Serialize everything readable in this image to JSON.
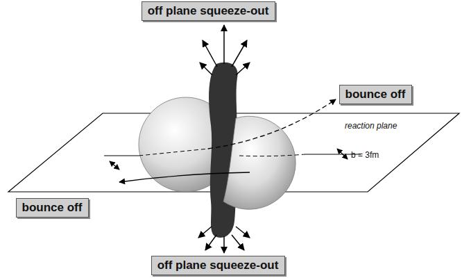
{
  "diagram": {
    "nodes": [
      {
        "text": [
          "off plane squeeze-out"
        ]
      },
      {
        "text": [
          "bounce off"
        ]
      },
      {
        "text": [
          "bounce off"
        ]
      },
      {
        "text": [
          "off plane squeeze-out"
        ]
      }
    ],
    "labels": [
      "reaction plane",
      "b = 3fm"
    ]
  }
}
